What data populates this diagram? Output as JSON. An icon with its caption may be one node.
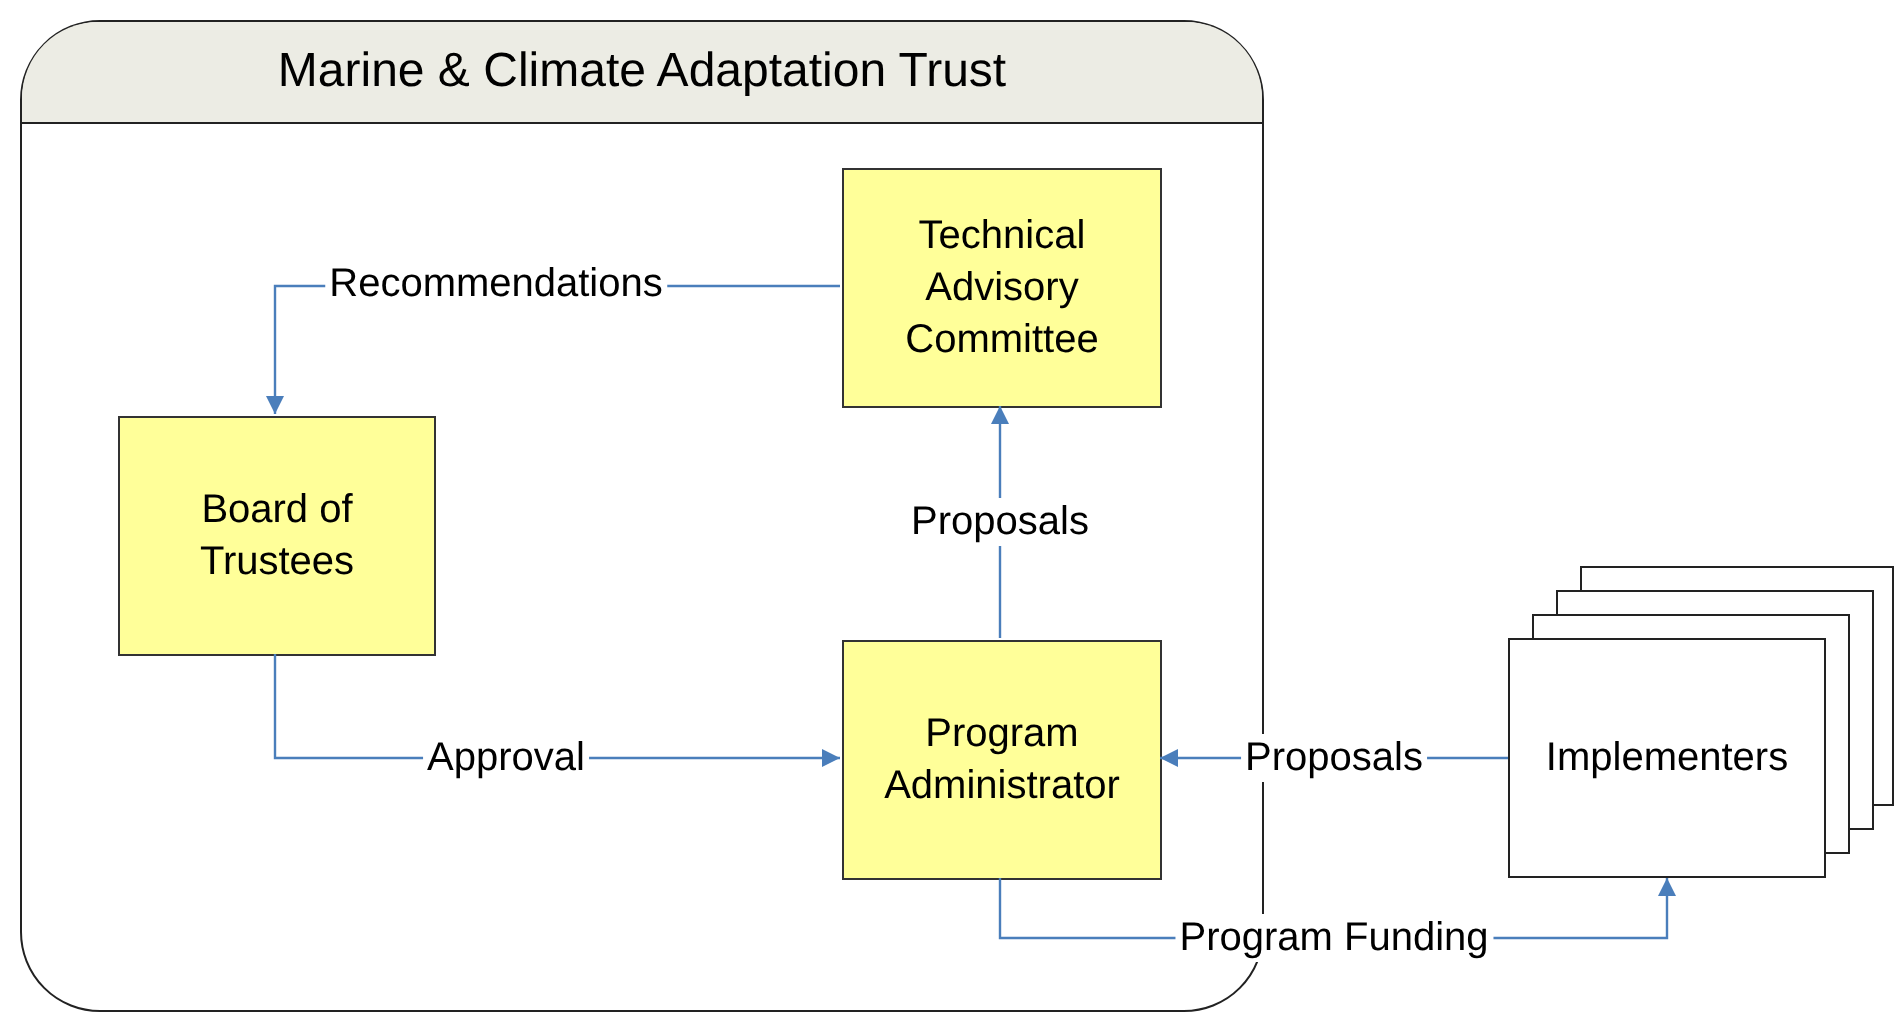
{
  "diagram": {
    "nodes": [
      {
        "text": [
          "Marine & Climate Adaptation Trust"
        ]
      },
      {
        "text": [
          "Technical Advisory Committee"
        ],
        "in": 0
      },
      {
        "text": [
          "Board of Trustees"
        ],
        "in": 0
      },
      {
        "text": [
          "Program Administrator"
        ],
        "in": 0
      },
      {
        "text": [
          "Implementers"
        ]
      }
    ],
    "edges": [
      {
        "from": 1,
        "to": 2,
        "arrow": "to",
        "label": "Recommendations"
      },
      {
        "from": 2,
        "to": 3,
        "arrow": "to",
        "label": "Approval"
      },
      {
        "from": 3,
        "to": 1,
        "arrow": "to",
        "label": "Proposals"
      },
      {
        "from": 4,
        "to": 3,
        "arrow": "to",
        "label": "Proposals"
      },
      {
        "from": 3,
        "to": 4,
        "arrow": "to",
        "label": "Program Funding"
      }
    ]
  }
}
